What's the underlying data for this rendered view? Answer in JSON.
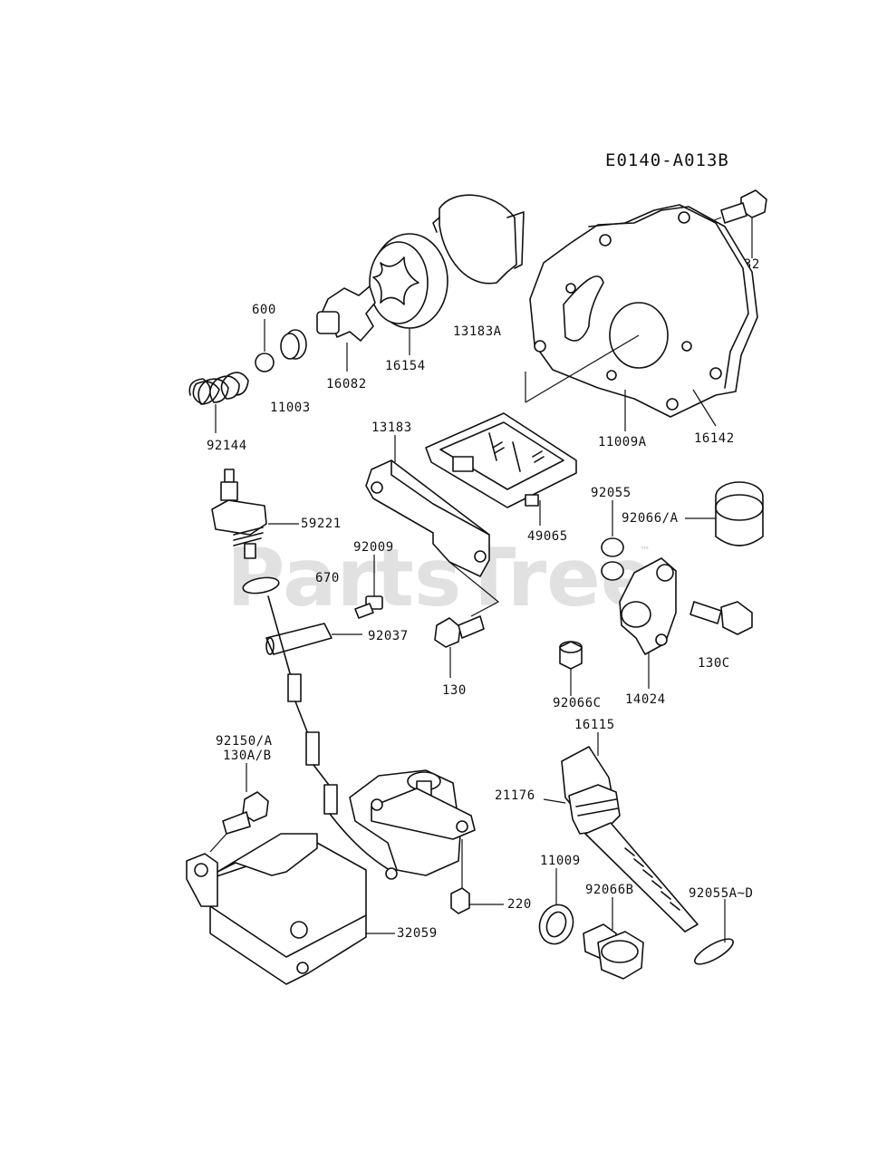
{
  "diagram_code": "E0140-A013B",
  "watermark": "PartsTree",
  "watermark_tm": "™",
  "labels": {
    "p132": "132",
    "p13183A": "13183A",
    "p600": "600",
    "p16154": "16154",
    "p16082": "16082",
    "p11003": "11003",
    "p92144": "92144",
    "p11009A": "11009A",
    "p16142": "16142",
    "p13183": "13183",
    "p49065": "49065",
    "p59221": "59221",
    "p92055": "92055",
    "p92066A": "92066/A",
    "p92009": "92009",
    "p670": "670",
    "p92037": "92037",
    "p130": "130",
    "p130C": "130C",
    "p92066C": "92066C",
    "p14024": "14024",
    "p16115": "16115",
    "p92150A": "92150/A",
    "p130AB": "130A/B",
    "p21176": "21176",
    "p11009": "11009",
    "p92066B": "92066B",
    "p92055AD": "92055A~D",
    "p220": "220",
    "p32059": "32059"
  }
}
